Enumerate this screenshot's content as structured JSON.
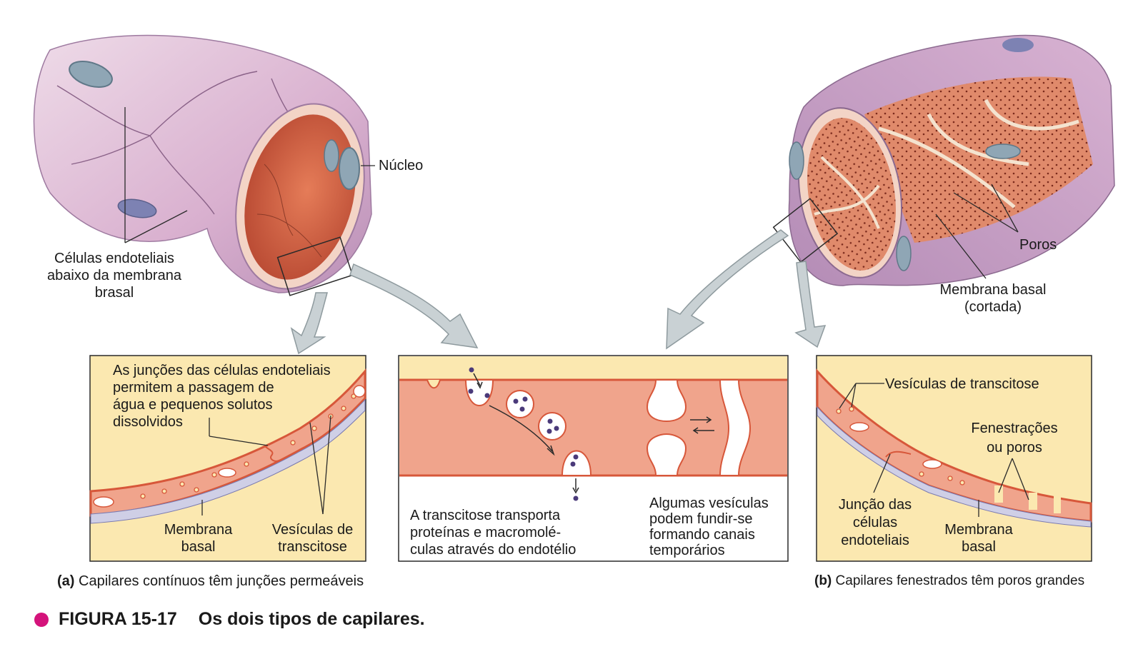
{
  "figure": {
    "number": "FIGURA 15-17",
    "title": "Os dois tipos de capilares.",
    "bullet_color": "#d4137b"
  },
  "panel_a": {
    "letter": "(a)",
    "caption": "Capilares contínuos têm junções permeáveis",
    "labels": {
      "nucleus": "Núcleo",
      "endothelial_cells": [
        "Células endoteliais",
        "abaixo da membrana",
        "brasal"
      ],
      "junctions": [
        "As junções das células endoteliais",
        "permitem a passagem de",
        "água e pequenos solutos",
        "dissolvidos"
      ],
      "basal_membrane": [
        "Membrana",
        "basal"
      ],
      "transcytosis_vesicles": [
        "Vesículas de",
        "transcitose"
      ]
    }
  },
  "middle": {
    "transcytosis": [
      "A transcitose transporta",
      "proteínas e macromolé-",
      "culas através do endotélio"
    ],
    "vesicles_fuse": [
      "Algumas vesículas",
      "podem fundir-se",
      "formando canais",
      "temporários"
    ]
  },
  "panel_b": {
    "letter": "(b)",
    "caption": "Capilares fenestrados têm poros grandes",
    "labels": {
      "pores": "Poros",
      "basal_membrane_cut": [
        "Membrana basal",
        "(cortada)"
      ],
      "transcytosis_vesicles": "Vesículas de transcitose",
      "fenestrations": [
        "Fenestrações",
        "ou poros"
      ],
      "junction": [
        "Junção das",
        "células",
        "endoteliais"
      ],
      "basal_membrane": [
        "Membrana",
        "basal"
      ]
    }
  },
  "colors": {
    "vessel_outer": "#e3c4dc",
    "vessel_lumen": "#d9674a",
    "tissue": "#f0a48c",
    "plasma": "#fbe8b0",
    "nucleus": "#8fa6b5",
    "arrow": "#c9d1d4",
    "vesicle_dot": "#4a3a7a"
  }
}
